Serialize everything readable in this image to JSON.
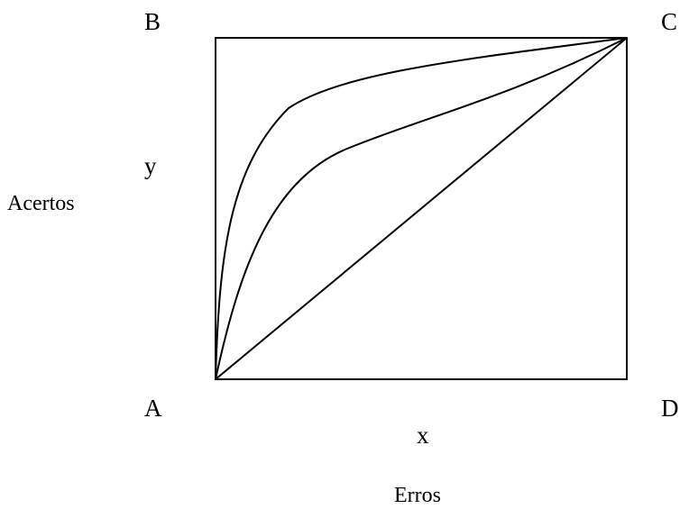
{
  "diagram": {
    "corners": {
      "a": "A",
      "b": "B",
      "c": "C",
      "d": "D"
    },
    "variables": {
      "x": "x",
      "y": "y"
    },
    "axes": {
      "vertical": "Acertos",
      "horizontal": "Erros"
    },
    "colors": {
      "stroke": "#000000",
      "background": "#ffffff"
    }
  }
}
